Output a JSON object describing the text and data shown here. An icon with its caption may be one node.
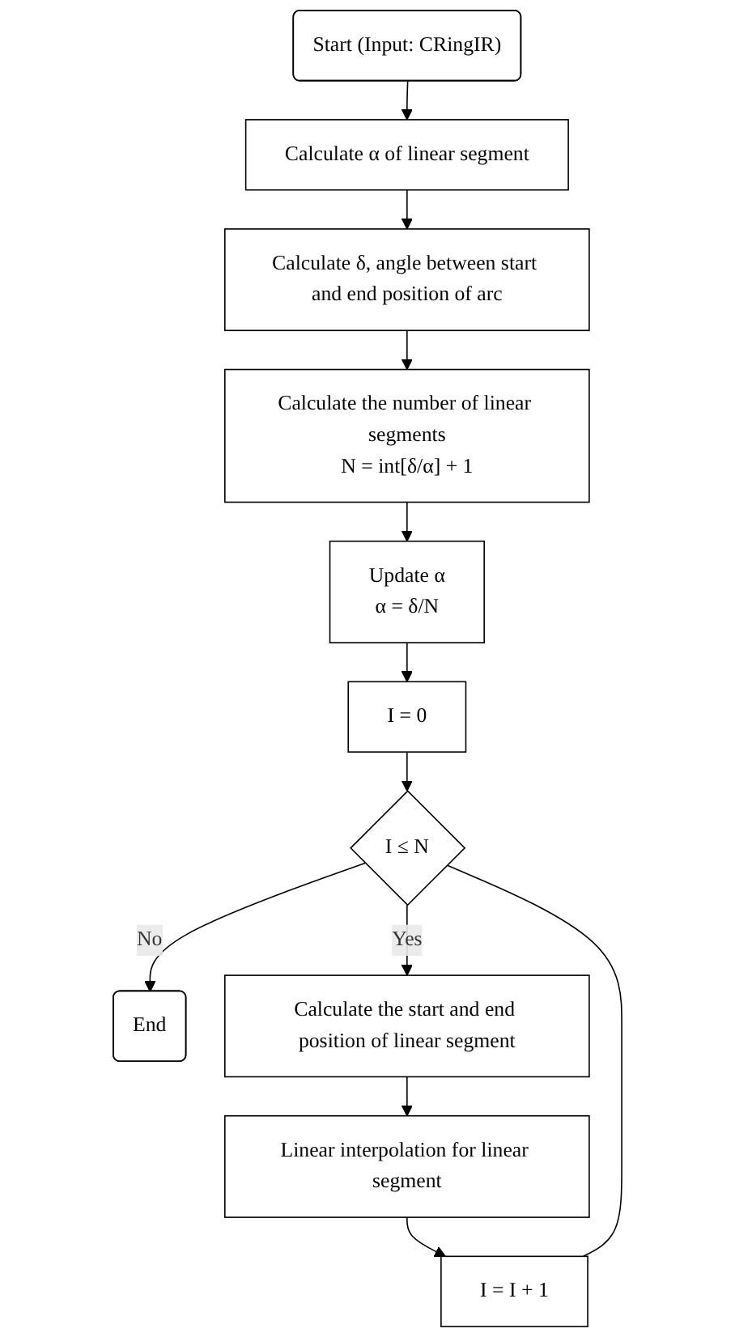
{
  "diagram": {
    "nodes": [
      {
        "text": [
          "Start (Input: CRingIR)"
        ]
      },
      {
        "text": [
          "Calculate α of linear segment"
        ]
      },
      {
        "text": [
          "Calculate δ, angle between start and end position of arc"
        ]
      },
      {
        "text": [
          "Calculate the number of linear segments",
          "N = int[δ/α] + 1"
        ]
      },
      {
        "text": [
          "Update α",
          "α = δ/N"
        ]
      },
      {
        "text": [
          "I = 0"
        ]
      },
      {
        "text": [
          "I ≤ N"
        ]
      },
      {
        "text": [
          "End"
        ]
      },
      {
        "text": [
          "Calculate the start and end position of linear segment"
        ]
      },
      {
        "text": [
          "Linear interpolation for linear segment"
        ]
      },
      {
        "text": [
          "I = I + 1"
        ]
      }
    ],
    "edges": [
      {
        "from": 0,
        "to": 1,
        "arrow": "to"
      },
      {
        "from": 1,
        "to": 2,
        "arrow": "to"
      },
      {
        "from": 2,
        "to": 3,
        "arrow": "to"
      },
      {
        "from": 3,
        "to": 4,
        "arrow": "to"
      },
      {
        "from": 4,
        "to": 5,
        "arrow": "to"
      },
      {
        "from": 5,
        "to": 6,
        "arrow": "to"
      },
      {
        "from": 6,
        "to": 7,
        "label": "No",
        "arrow": "to"
      },
      {
        "from": 6,
        "to": 8,
        "label": "Yes",
        "arrow": "to"
      },
      {
        "from": 8,
        "to": 9,
        "arrow": "to"
      },
      {
        "from": 9,
        "to": 10,
        "arrow": "to"
      },
      {
        "from": 10,
        "to": 6,
        "arrow": "none"
      }
    ]
  }
}
